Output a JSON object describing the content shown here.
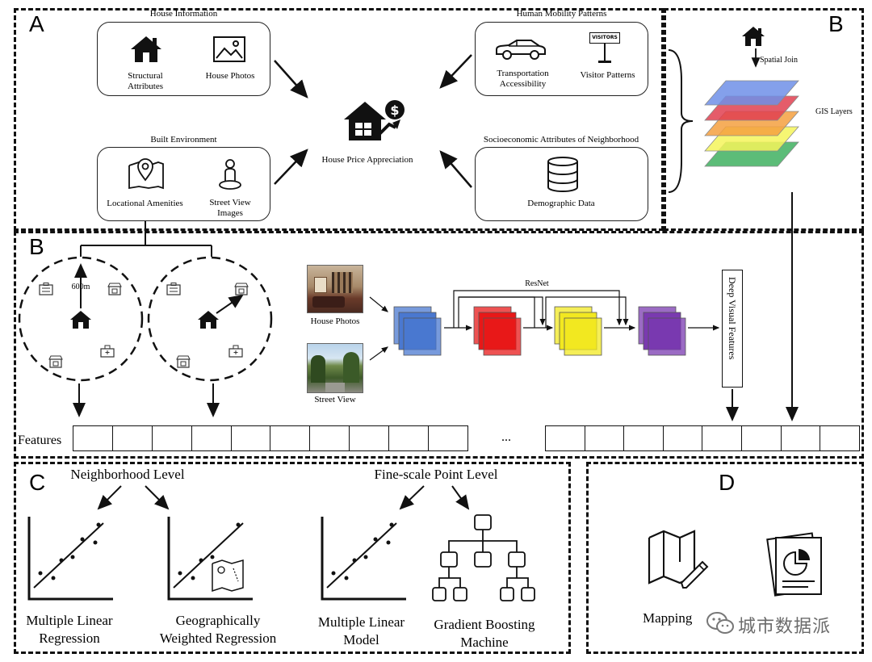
{
  "panels": {
    "a": "A",
    "b_top": "B",
    "b_main": "B",
    "c": "C",
    "d": "D"
  },
  "panel_a": {
    "house_info": {
      "title": "House Information",
      "structural": "Structural\nAttributes",
      "photos": "House Photos"
    },
    "mobility": {
      "title": "Human Mobility Patterns",
      "transport": "Transportation\nAccessibility",
      "visitor": "Visitor Patterns",
      "sign_text": "VISITORS"
    },
    "built_env": {
      "title": "Built Environment",
      "amenities": "Locational Amenities",
      "streetview": "Street View\nImages"
    },
    "socio": {
      "title": "Socioeconomic Attributes of Neighborhood",
      "demographic": "Demographic Data"
    },
    "center": "House Price Appreciation"
  },
  "panel_b_top": {
    "spatial_join": "Spatial Join",
    "gis_layers": "GIS Layers",
    "layer_colors": [
      "#3fb060",
      "#f5f55a",
      "#f5a040",
      "#e04050",
      "#6f8fe8"
    ]
  },
  "panel_b": {
    "radius": "600m",
    "house_photos": "House Photos",
    "street_view": "Street View",
    "resnet": "ResNet",
    "deep_visual": "Deep Visual Features",
    "features": "Features",
    "ellipsis": "...",
    "block_colors": [
      "#4a78d0",
      "#e81818",
      "#f2e820",
      "#7a3ab0"
    ]
  },
  "panel_c": {
    "neighborhood": "Neighborhood Level",
    "fine_scale": "Fine-scale Point Level",
    "mlr": "Multiple Linear\nRegression",
    "gwr": "Geographically\nWeighted Regression",
    "mlm": "Multiple Linear\nModel",
    "gbm": "Gradient Boosting\nMachine"
  },
  "panel_d": {
    "mapping": "Mapping",
    "watermark": "城市数据派"
  }
}
